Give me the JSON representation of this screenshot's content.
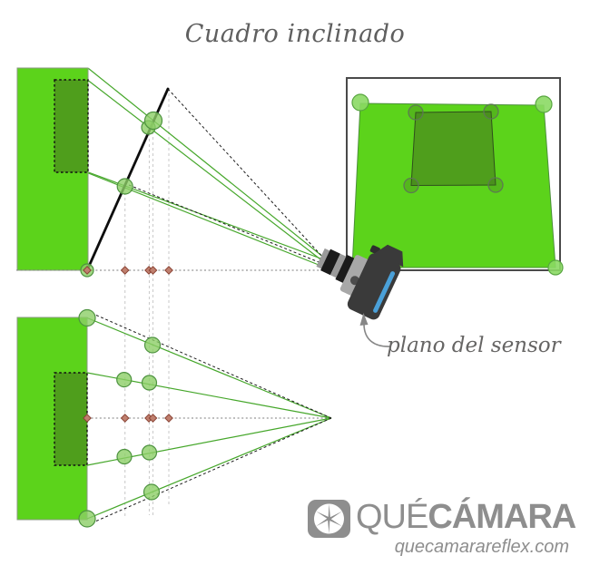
{
  "title": "Cuadro inclinado",
  "labels": {
    "sensor_plane": "plano del sensor"
  },
  "logo": {
    "word_light": "QUÉ",
    "word_bold": "CÁMARA",
    "domain": "quecamarareflex.com"
  },
  "icons": {
    "camera-icon": "tilted DSLR camera with blue sensor-plane stripe",
    "aperture-icon": "rounded square with white shutter blades",
    "arrow-up-icon": "curved gray arrow pointing at camera back"
  },
  "colors": {
    "bright_green": "#5cd31b",
    "dark_green": "#4f9e1c",
    "ray_green": "#46a72b",
    "node_green_fill": "#8cce67",
    "node_green_stroke": "#4e9340",
    "marker_diamond_fill": "#bf7f6e",
    "marker_diamond_stroke": "#8a4334",
    "guide_gray": "#cdcdcd",
    "axis_dotted_gray": "#7d7d7d",
    "dashed_black": "#1c1c1c",
    "frame_border": "#4a4a4a",
    "camera_body": "#3a3a3a",
    "sensor_blue": "#4aa0d8",
    "text_gray": "#5f5f5f",
    "logo_gray": "#8e8e8e"
  }
}
